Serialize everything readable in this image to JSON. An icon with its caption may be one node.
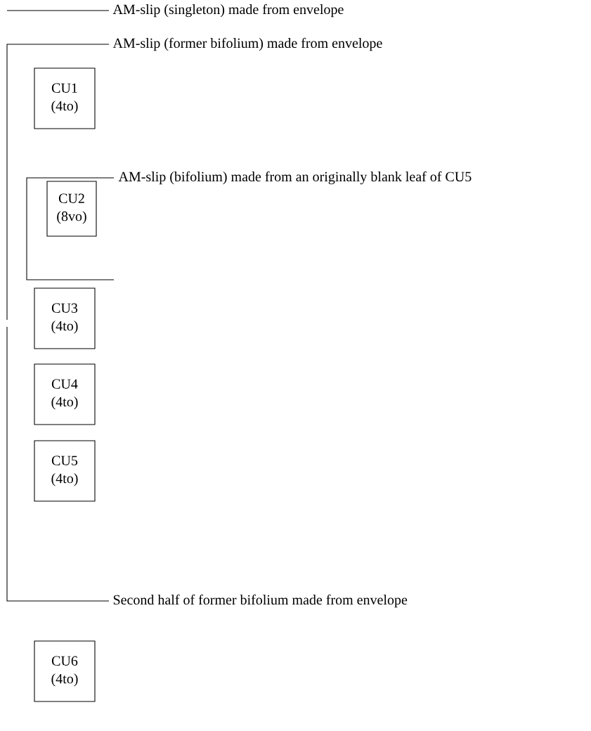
{
  "diagram": {
    "nodes": [
      {
        "text": [
          "CU1",
          "(4to)"
        ]
      },
      {
        "text": [
          "CU2",
          "(8vo)"
        ]
      },
      {
        "text": [
          "CU3",
          "(4to)"
        ]
      },
      {
        "text": [
          "CU4",
          "(4to)"
        ]
      },
      {
        "text": [
          "CU5",
          "(4to)"
        ]
      },
      {
        "text": [
          "CU6",
          "(4to)"
        ]
      }
    ],
    "labels": [
      "AM-slip (singleton) made from envelope",
      "AM-slip (former bifolium) made from envelope",
      "AM-slip (bifolium) made from an originally blank leaf of CU5",
      "Second half of former bifolium made from envelope"
    ]
  }
}
